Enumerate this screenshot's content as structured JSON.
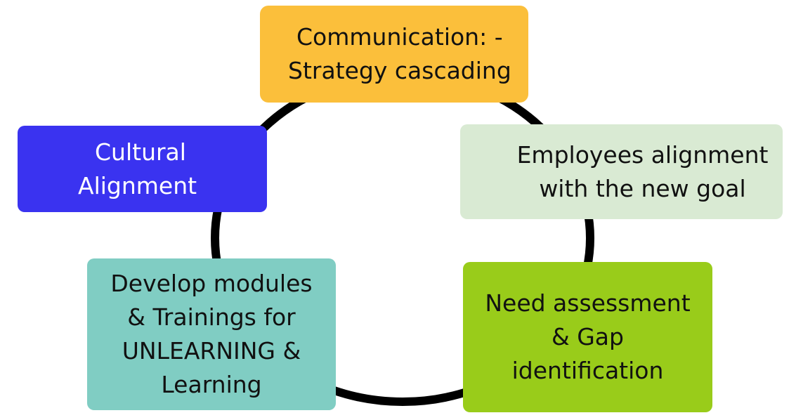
{
  "diagram": {
    "ring_color": "#000000",
    "nodes": [
      {
        "id": "communication",
        "lines": [
          "Communication: -",
          "Strategy cascading"
        ],
        "fill": "#fbbf3b",
        "text_color": "#111111"
      },
      {
        "id": "employees-alignment",
        "lines": [
          "Employees alignment",
          "with the new goal"
        ],
        "fill": "#d9ead3",
        "text_color": "#111111"
      },
      {
        "id": "need-assessment",
        "lines": [
          "Need assessment",
          "& Gap",
          "identification"
        ],
        "fill": "#99cc1a",
        "text_color": "#111111"
      },
      {
        "id": "develop-modules",
        "lines": [
          "Develop modules",
          "& Trainings for",
          "UNLEARNING &",
          "Learning"
        ],
        "fill": "#80cdc3",
        "text_color": "#111111"
      },
      {
        "id": "cultural-alignment",
        "lines": [
          "Cultural",
          "Alignment"
        ],
        "fill": "#3a33f0",
        "text_color": "#ffffff"
      }
    ]
  }
}
